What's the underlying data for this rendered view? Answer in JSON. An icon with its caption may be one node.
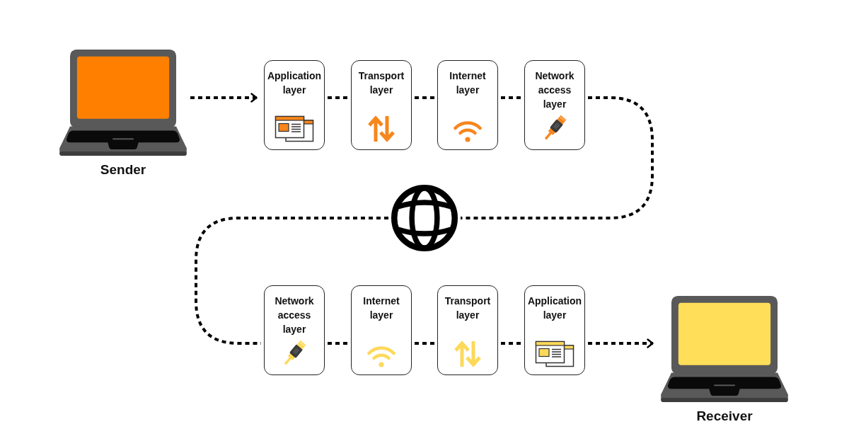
{
  "diagram": {
    "nodes": [
      {
        "text": [
          "Sender"
        ]
      },
      {
        "text": [
          "Application layer"
        ]
      },
      {
        "text": [
          "Transport layer"
        ]
      },
      {
        "text": [
          "Internet layer"
        ]
      },
      {
        "text": [
          "Network access layer"
        ]
      },
      {
        "text": [],
        "shape": "picture"
      },
      {
        "text": [
          "Network access layer"
        ]
      },
      {
        "text": [
          "Internet layer"
        ]
      },
      {
        "text": [
          "Transport layer"
        ]
      },
      {
        "text": [
          "Application layer"
        ]
      },
      {
        "text": [
          "Receiver"
        ]
      }
    ],
    "edges": [
      {
        "from": 0,
        "to": 1,
        "arrow": "to"
      },
      {
        "from": 1,
        "to": 2,
        "arrow": "none"
      },
      {
        "from": 2,
        "to": 3,
        "arrow": "none"
      },
      {
        "from": 3,
        "to": 4,
        "arrow": "none"
      },
      {
        "from": 4,
        "to": 5,
        "arrow": "none"
      },
      {
        "from": 5,
        "to": 6,
        "arrow": "none"
      },
      {
        "from": 6,
        "to": 7,
        "arrow": "none"
      },
      {
        "from": 7,
        "to": 8,
        "arrow": "none"
      },
      {
        "from": 8,
        "to": 9,
        "arrow": "none"
      },
      {
        "from": 9,
        "to": 10,
        "arrow": "to"
      }
    ]
  }
}
